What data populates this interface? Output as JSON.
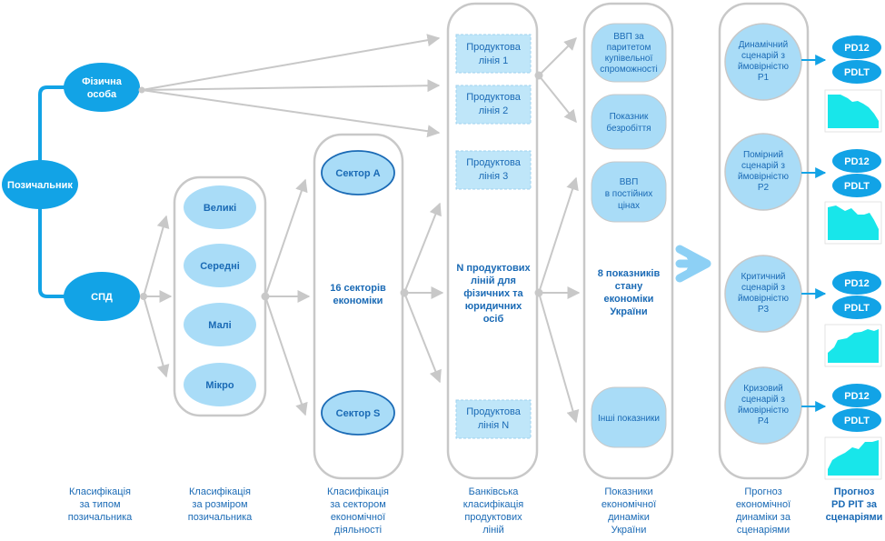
{
  "borrower": {
    "root": "Позичальник",
    "individual": [
      "Фізична",
      "особа"
    ],
    "entrepreneur": "СПД"
  },
  "sizes": [
    "Великі",
    "Середні",
    "Малі",
    "Мікро"
  ],
  "sectors": {
    "first": "Сектор А",
    "last": "Сектор S",
    "summary": [
      "16 секторів",
      "економіки"
    ]
  },
  "product_lines": {
    "items": [
      [
        "Продуктова",
        "лінія  1"
      ],
      [
        "Продуктова",
        "лінія  2"
      ],
      [
        "Продуктова",
        "лінія  3"
      ],
      [
        "Продуктова",
        "лінія  N"
      ]
    ],
    "summary": [
      "N продуктових",
      "ліній для",
      "фізичних та",
      "юридичних",
      "осіб"
    ]
  },
  "indicators": {
    "items": [
      [
        "ВВП за",
        "паритетом",
        "купівельної",
        "спроможності"
      ],
      [
        "Показник",
        "безробіття"
      ],
      [
        "ВВП",
        "в постійних",
        "цінах"
      ],
      [
        "Інші показники"
      ]
    ],
    "summary": [
      "8 показників",
      "стану",
      "економіки",
      "України"
    ]
  },
  "scenarios": [
    [
      "Динамічний",
      "сценарій з",
      "ймовірністю",
      "P1"
    ],
    [
      "Помірний",
      "сценарій з",
      "ймовірністю",
      "P2"
    ],
    [
      "Критичний",
      "сценарій з",
      "ймовірністю",
      "P3"
    ],
    [
      "Кризовий",
      "сценарій з",
      "ймовірністю",
      "P4"
    ]
  ],
  "pd_labels": [
    "PD12",
    "PDLT"
  ],
  "captions": [
    [
      "Класифікація",
      "за типом",
      "позичальника"
    ],
    [
      "Класифікація",
      "за розміром",
      "позичальника"
    ],
    [
      "Класифікація",
      "за сектором",
      "економічної",
      "діяльності"
    ],
    [
      "Банківська",
      "класифікація",
      "продуктових",
      "ліній"
    ],
    [
      "Показники",
      "економічної",
      "динаміки",
      "України"
    ],
    [
      "Прогноз",
      "економічної",
      "динаміки за",
      "сценаріями"
    ],
    [
      "Прогноз",
      "PD PIT за",
      "сценаріями"
    ]
  ],
  "colors": {
    "blue": "#12a3e6",
    "light_blue": "#a9dcf7",
    "dash_box": "#bfe6f9",
    "grey": "#c8c8c8",
    "text_blue": "#1a6ab5",
    "cyan": "#18e6ea",
    "arrow_blue": "#8dd0f5"
  }
}
